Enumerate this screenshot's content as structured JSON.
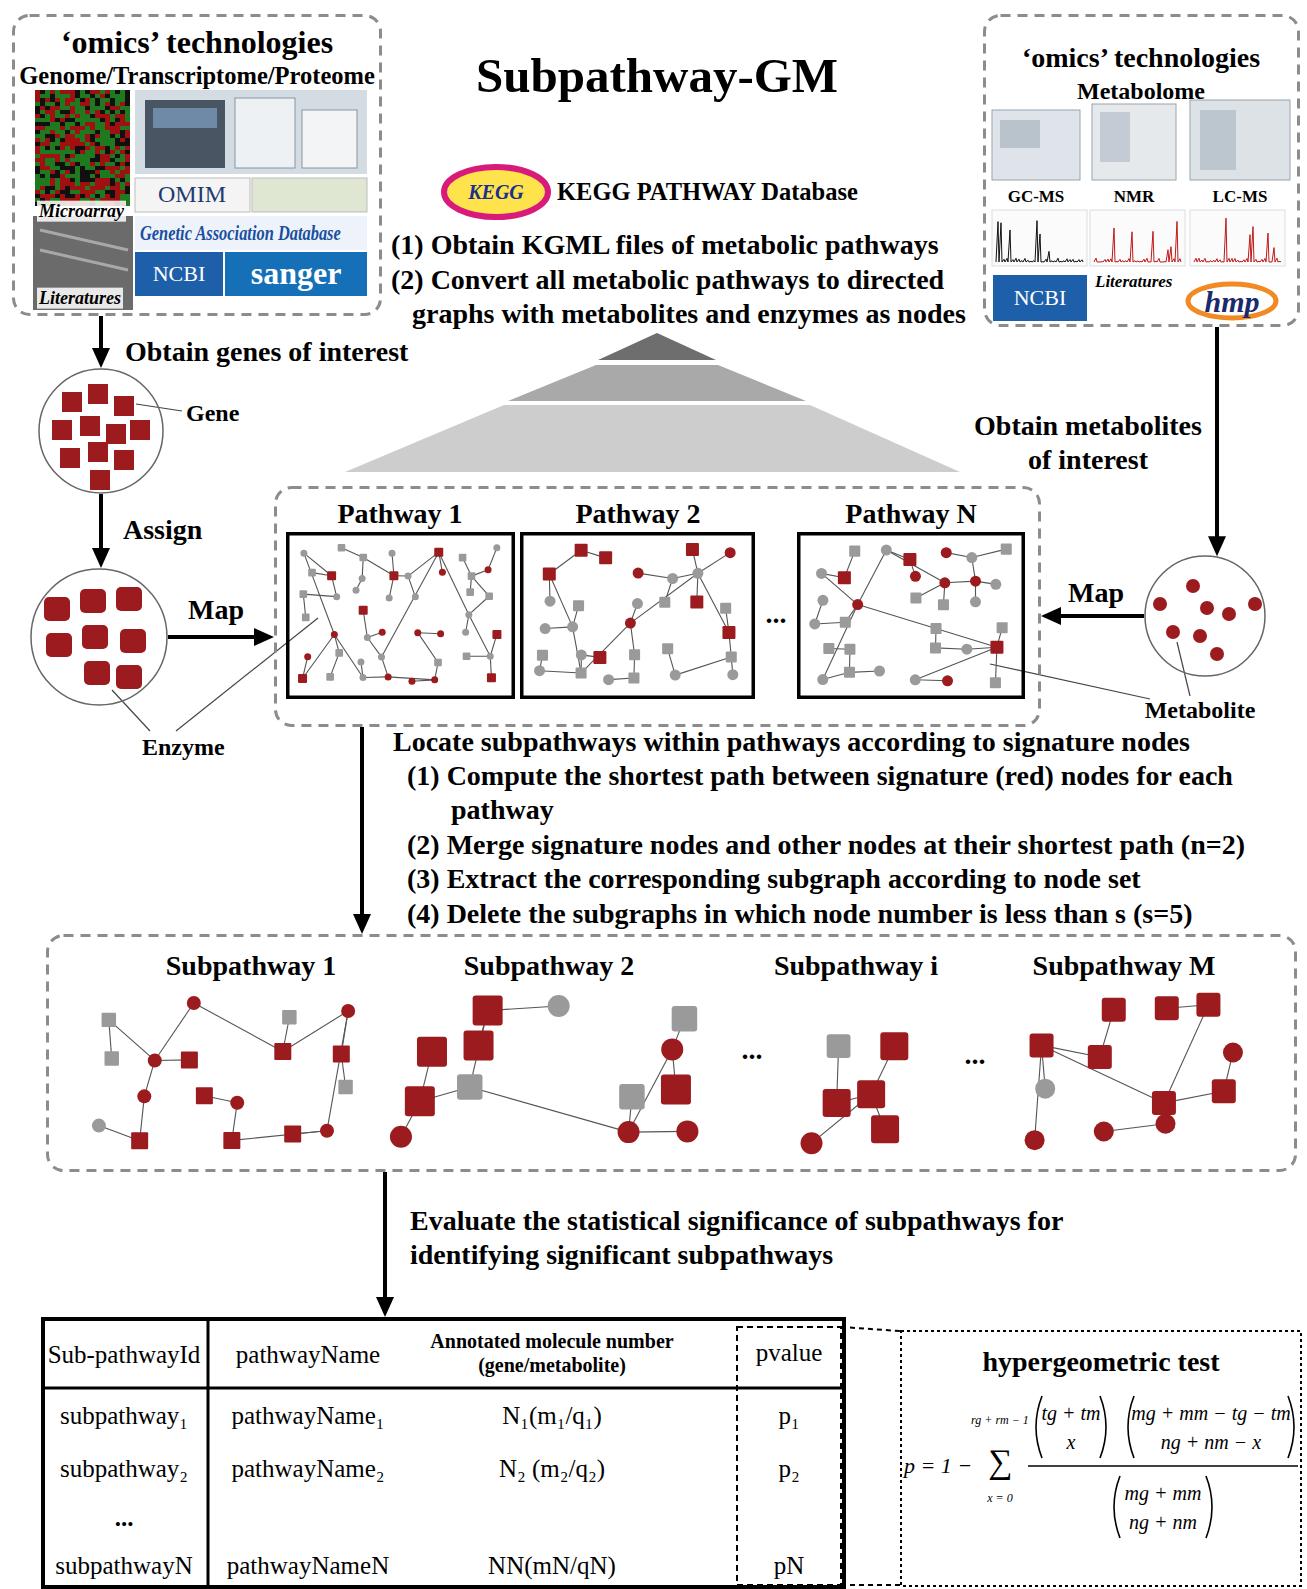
{
  "diagram": {
    "title": "Subpathway-GM",
    "nodes": [
      {
        "text": [
          "‘omics’ technologies",
          "Genome/Transcriptome/Proteome",
          "Microarray",
          "OMIM",
          "Genetic Association Database",
          "NCBI",
          "sanger",
          "Literatures"
        ]
      },
      {
        "text": [
          "‘omics’ technologies",
          "Metabolome",
          "GC-MS",
          "NMR",
          "LC-MS",
          "NCBI",
          "Literatures",
          "hmp"
        ]
      },
      {
        "text": [
          "Gene"
        ]
      },
      {
        "text": [
          "Enzyme"
        ]
      },
      {
        "text": [
          "..."
        ]
      },
      {
        "text": [
          "Pathway 1"
        ],
        "in": 4
      },
      {
        "text": [
          "Pathway 2"
        ],
        "in": 4
      },
      {
        "text": [
          "Pathway N"
        ],
        "in": 4
      },
      {
        "text": [
          "Metabolite"
        ]
      },
      {
        "text": [
          "...",
          "..."
        ]
      },
      {
        "text": [
          "Subpathway 1"
        ],
        "in": 9
      },
      {
        "text": [
          "Subpathway 2"
        ],
        "in": 9
      },
      {
        "text": [
          "Subpathway i"
        ],
        "in": 9
      },
      {
        "text": [
          "Subpathway M"
        ],
        "in": 9
      },
      {
        "text": [
          "Sub-pathwayId",
          "pathwayName",
          "Annotated molecule number (gene/metabolite)",
          "pvalue",
          "subpathway₁",
          "pathwayName₁",
          "N₁(m₁/q₁)",
          "p₁",
          "subpathway₂",
          "pathwayName₂",
          "N₂ (m₂/q₂)",
          "p₂",
          "...",
          "subpathwayN",
          "pathwayNameN",
          "NN(mN/qN)",
          "pN"
        ]
      },
      {
        "text": [
          "hypergeometric test",
          "p = 1 −",
          "rg + rm − 1",
          "∑",
          "x = 0",
          "tg + tm",
          "x",
          "mg + mm − tg − tm",
          "ng + nm − x",
          "mg + mm",
          "ng + nm"
        ]
      }
    ],
    "edges": [
      {
        "from": 0,
        "to": 2,
        "arrow": "to",
        "label": "Obtain genes of interest"
      },
      {
        "from": 2,
        "to": 3,
        "arrow": "to",
        "label": "Assign"
      },
      {
        "from": 3,
        "to": 4,
        "arrow": "to",
        "label": "Map"
      },
      {
        "from": 1,
        "to": 8,
        "arrow": "to",
        "label": "Obtain metabolites of interest"
      },
      {
        "from": 8,
        "to": 4,
        "arrow": "to",
        "label": "Map"
      },
      {
        "from": 4,
        "to": 9,
        "arrow": "to"
      },
      {
        "from": 9,
        "to": 14,
        "arrow": "to",
        "label": "Evaluate the statistical significance of subpathways for identifying significant subpathways"
      }
    ],
    "labels": [
      "KEGG",
      "KEGG PATHWAY Database",
      "(1) Obtain KGML files of metabolic pathways",
      "(2) Convert all metabolic pathways to directed graphs with metabolites and enzymes as nodes",
      "Locate subpathways within pathways according to signature nodes",
      "(1) Compute the shortest path between signature (red) nodes for each pathway",
      "(2) Merge signature nodes and other nodes at their shortest path (n=2)",
      "(3) Extract the corresponding subgraph according to node set",
      "(4) Delete the subgraphs in which node number is less than s (s=5)"
    ]
  }
}
